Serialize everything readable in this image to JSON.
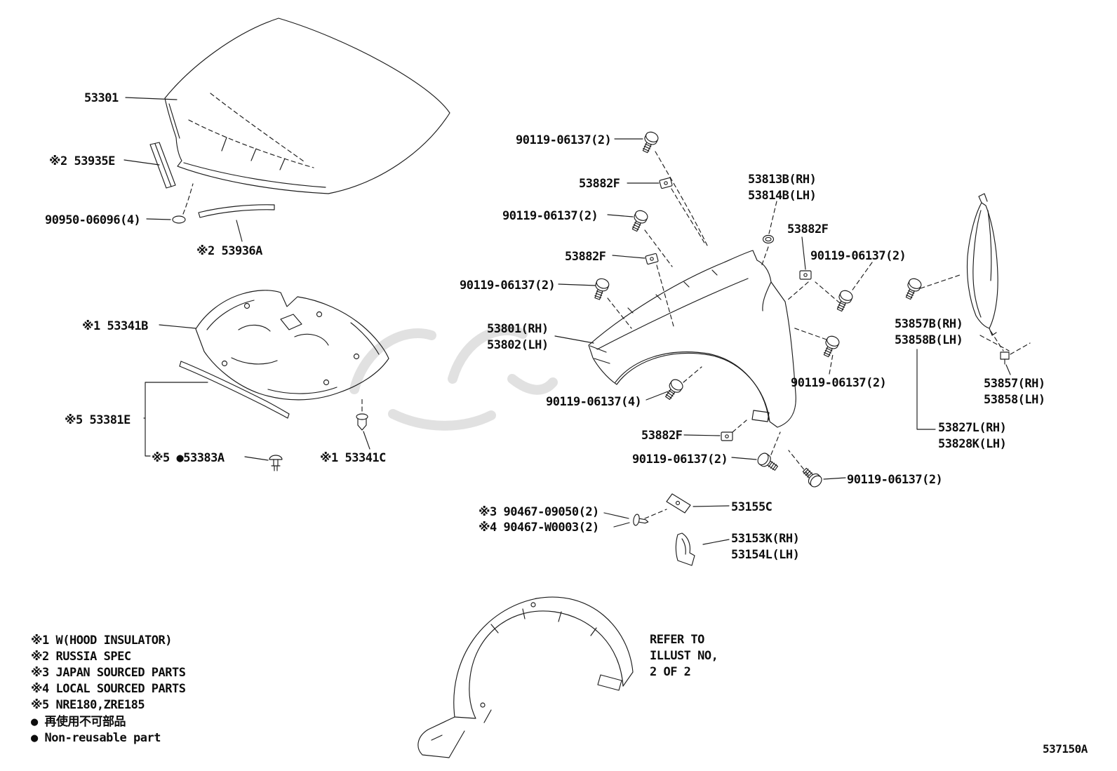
{
  "parts": {
    "p53301": "53301",
    "p53935E": "※2 53935E",
    "p90950": "90950-06096(4)",
    "p53936A": "※2 53936A",
    "p53341B": "※1 53341B",
    "p53381E": "※5 53381E",
    "p53383A": "※5 ●53383A",
    "p53341C": "※1 53341C",
    "p90119_2": "90119-06137(2)",
    "p90119_4": "90119-06137(4)",
    "p53882F": "53882F",
    "p53813B": "53813B(RH)\n53814B(LH)",
    "p53801": "53801(RH)\n53802(LH)",
    "p53857B": "53857B(RH)\n53858B(LH)",
    "p53857": "53857(RH)\n53858(LH)",
    "p53827L": "53827L(RH)\n53828K(LH)",
    "p53155C": "53155C",
    "p90467_3": "※3 90467-09050(2)",
    "p90467_4": "※4 90467-W0003(2)",
    "p53153K": "53153K(RH)\n53154L(LH)"
  },
  "notes": {
    "n1": "※1 W(HOOD INSULATOR)",
    "n2": "※2 RUSSIA SPEC",
    "n3": "※3 JAPAN SOURCED PARTS",
    "n4": "※4 LOCAL SOURCED PARTS",
    "n5": "※5 NRE180,ZRE185",
    "n6": "● 再使用不可部品",
    "n7": "● Non-reusable part"
  },
  "refer_note": "REFER TO\nILLUST NO,\n2 OF 2",
  "diagram_code": "537150A",
  "colors": {
    "line": "#1c1c1c",
    "background": "#ffffff",
    "watermark": "#c9c9c9"
  }
}
